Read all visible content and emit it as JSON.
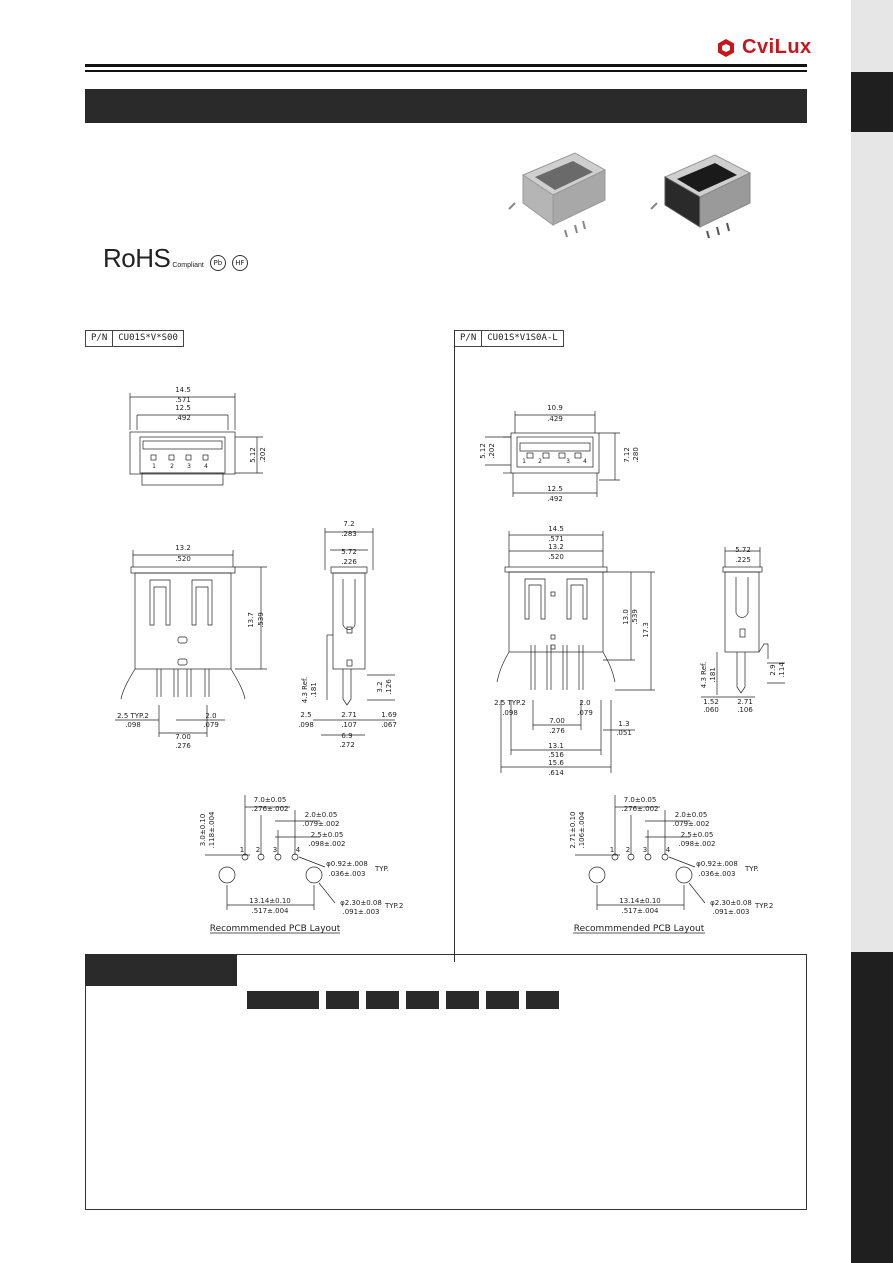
{
  "brand": {
    "name": "CviLux",
    "color": "#c4161c"
  },
  "compliance": {
    "rohs": "RoHS",
    "rohs_sub": "Compliant",
    "pb_mark": "Pb",
    "hf_mark": "HF"
  },
  "left_part": {
    "pn_label": "P/N",
    "pn_value": "CU01S*V*S00",
    "front": {
      "w1": "14.5",
      "w1i": ".571",
      "w2": "12.5",
      "w2i": ".492",
      "h": "5.12",
      "hi": ".202",
      "pins": [
        "1",
        "2",
        "3",
        "4"
      ]
    },
    "side1": {
      "w": "13.2",
      "wi": ".520",
      "h": "13.7",
      "hi": ".539",
      "typ": "2.5 TYP.2",
      "typi": ".098",
      "p": "2.0",
      "pi": ".079",
      "s": "7.00",
      "si": ".276"
    },
    "side2": {
      "w1": "7.2",
      "w1i": ".283",
      "w2": "5.72",
      "w2i": ".226",
      "ref": "4.3 Ref.",
      "refi": ".181",
      "h": "3.2",
      "hi": ".126",
      "a": "2.5",
      "ai": ".098",
      "b": "2.71",
      "bi": ".107",
      "c": "1.69",
      "ci": ".067",
      "d": "6.9",
      "di": ".272"
    },
    "pcb": {
      "a": "7.0±0.05",
      "ai": ".276±.002",
      "b": "2.0±0.05",
      "bi": ".079±.002",
      "c": "2.5±0.05",
      "ci": ".098±.002",
      "d": "φ0.92±.008",
      "di": ".036±.003",
      "typ": "TYP.",
      "e": "φ2.30±0.08",
      "ei": ".091±.003",
      "typ2": "TYP.2",
      "f": "13.14±0.10",
      "fi": ".517±.004",
      "v": "3.0±0.10",
      "vi": ".118±.004",
      "pins": [
        "1",
        "2",
        "3",
        "4"
      ],
      "caption": "Recommmended PCB Layout"
    }
  },
  "right_part": {
    "pn_label": "P/N",
    "pn_value": "CU01S*V1S0A-L",
    "front": {
      "w1": "10.9",
      "w1i": ".429",
      "w2": "12.5",
      "w2i": ".492",
      "h1": "5.12",
      "h1i": ".202",
      "h2": "7.12",
      "h2i": ".280",
      "pins": [
        "1",
        "2",
        "3",
        "4"
      ]
    },
    "side1": {
      "w1": "14.5",
      "w1i": ".571",
      "w2": "13.2",
      "w2i": ".520",
      "h1": "13.0",
      "h1i": ".539",
      "h2": "17.3",
      "typ": "2.5 TYP.2",
      "typi": ".098",
      "p": "2.0",
      "pi": ".079",
      "s": "7.00",
      "si": ".276",
      "g": "1.3",
      "gi": ".051",
      "t": "13.1",
      "ti": ".516",
      "u": "15.6",
      "ui": ".614"
    },
    "side2": {
      "w": "5.72",
      "wi": ".225",
      "ref": "4.3 Ref.",
      "refi": ".181",
      "h": "2.9",
      "hi": ".114",
      "a": "1.52",
      "ai": ".060",
      "b": "2.71",
      "bi": ".106"
    },
    "pcb": {
      "a": "7.0±0.05",
      "ai": ".276±.002",
      "b": "2.0±0.05",
      "bi": ".079±.002",
      "c": "2.5±0.05",
      "ci": ".098±.002",
      "d": "φ0.92±.008",
      "di": ".036±.003",
      "typ": "TYP.",
      "e": "φ2.30±0.08",
      "ei": ".091±.003",
      "typ2": "TYP.2",
      "f": "13.14±0.10",
      "fi": ".517±.004",
      "v": "2.71±0.10",
      "vi": ".106±.004",
      "pins": [
        "1",
        "2",
        "3",
        "4"
      ],
      "caption": "Recommmended PCB Layout"
    }
  }
}
